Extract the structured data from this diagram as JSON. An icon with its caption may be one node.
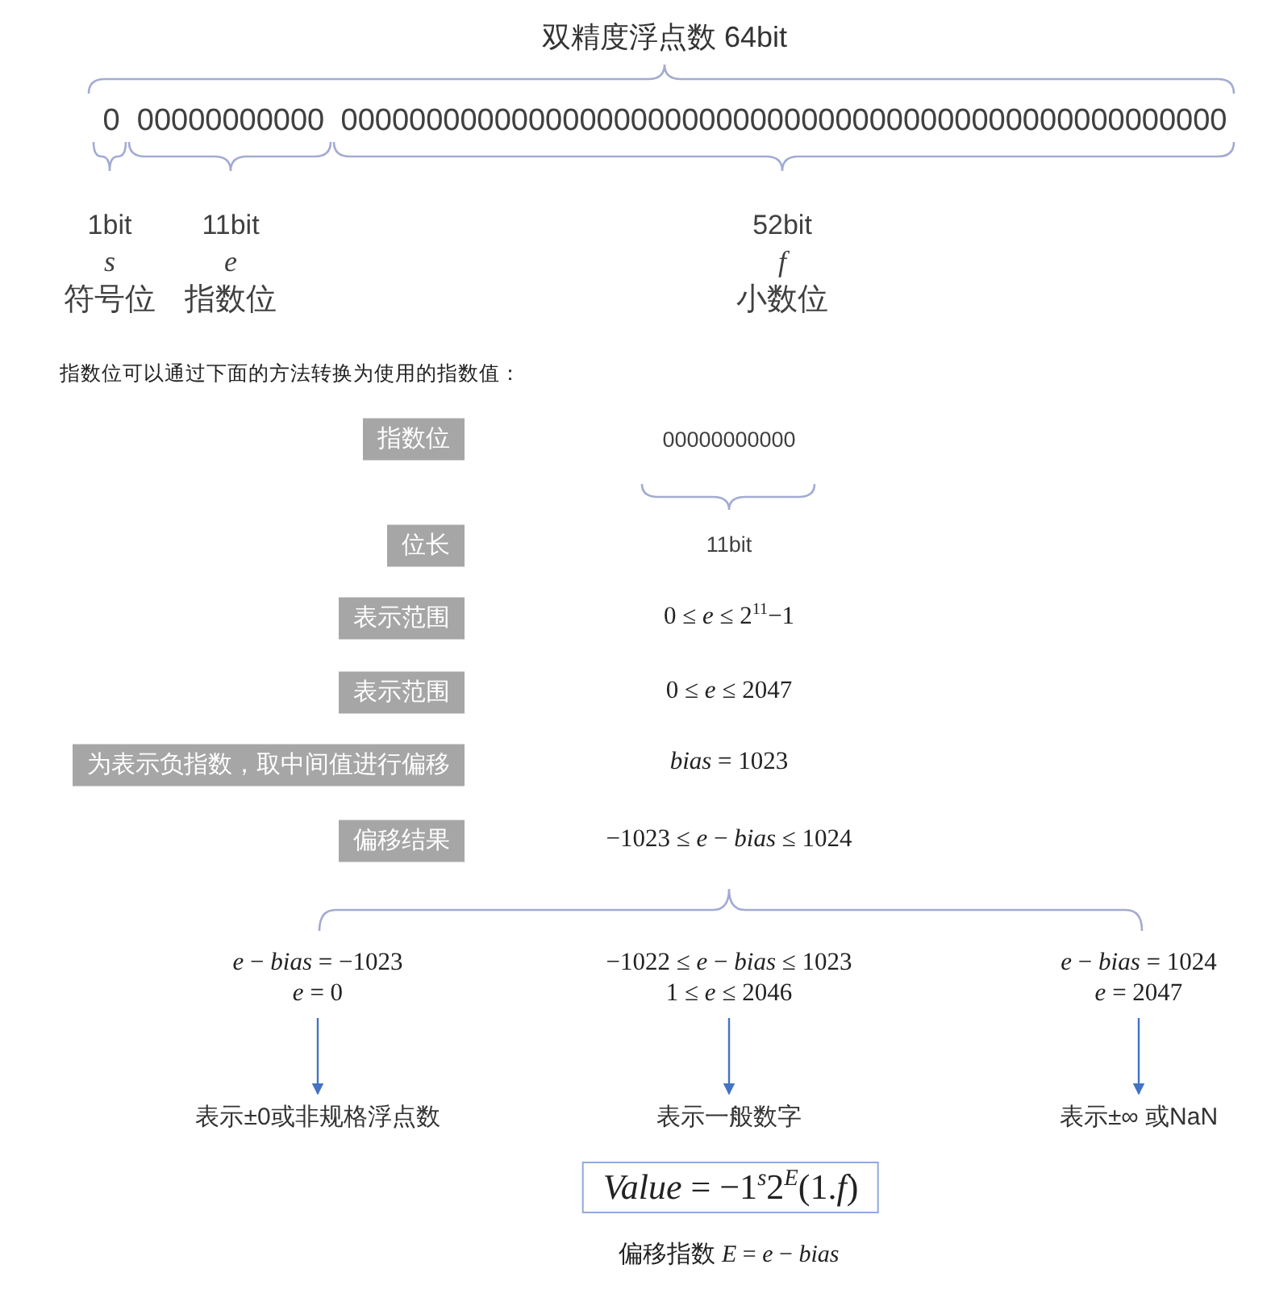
{
  "diagram": {
    "title": "双精度浮点数 64bit",
    "nodes": [
      {
        "text": [
          "指数位"
        ]
      },
      {
        "text": [
          "位长"
        ]
      },
      {
        "text": [
          "表示范围"
        ]
      },
      {
        "text": [
          "表示范围"
        ]
      },
      {
        "text": [
          "为表示负指数，取中间值进行偏移"
        ]
      },
      {
        "text": [
          "偏移结果"
        ]
      },
      {
        "text": [
          "*e* − *bias* = −1023",
          "*e* = 0"
        ]
      },
      {
        "text": [
          "−1022 ≤ *e* − *bias* ≤ 1023",
          "1 ≤ *e* ≤ 2046"
        ]
      },
      {
        "text": [
          "*e* − *bias* = 1024",
          "*e* = 2047"
        ]
      },
      {
        "text": [
          "表示±0或非规格浮点数"
        ]
      },
      {
        "text": [
          "表示一般数字"
        ]
      },
      {
        "text": [
          "表示±∞ 或NaN"
        ]
      },
      {
        "text": [
          "*Value* = −1$^{s}$2$^{E}$(1.*f*)"
        ]
      }
    ],
    "edges": [
      {
        "from": 6,
        "to": 9,
        "arrow": "to"
      },
      {
        "from": 7,
        "to": 10,
        "arrow": "to"
      },
      {
        "from": 8,
        "to": 11,
        "arrow": "to"
      }
    ],
    "labels": [
      "0",
      "00000000000",
      "0000000000000000000000000000000000000000000000000000",
      "1bit",
      "s",
      "符号位",
      "11bit",
      "e",
      "指数位",
      "52bit",
      "f",
      "小数位",
      "指数位可以通过下面的方法转换为使用的指数值：",
      "00000000000",
      "11bit",
      "0 ≤ *e* ≤ 2$^{11}$−1",
      "0 ≤ *e* ≤ 2047",
      "*bias* = 1023",
      "−1023 ≤ *e* − *bias* ≤ 1024",
      "偏移指数 *E* = *e* − *bias*"
    ]
  }
}
